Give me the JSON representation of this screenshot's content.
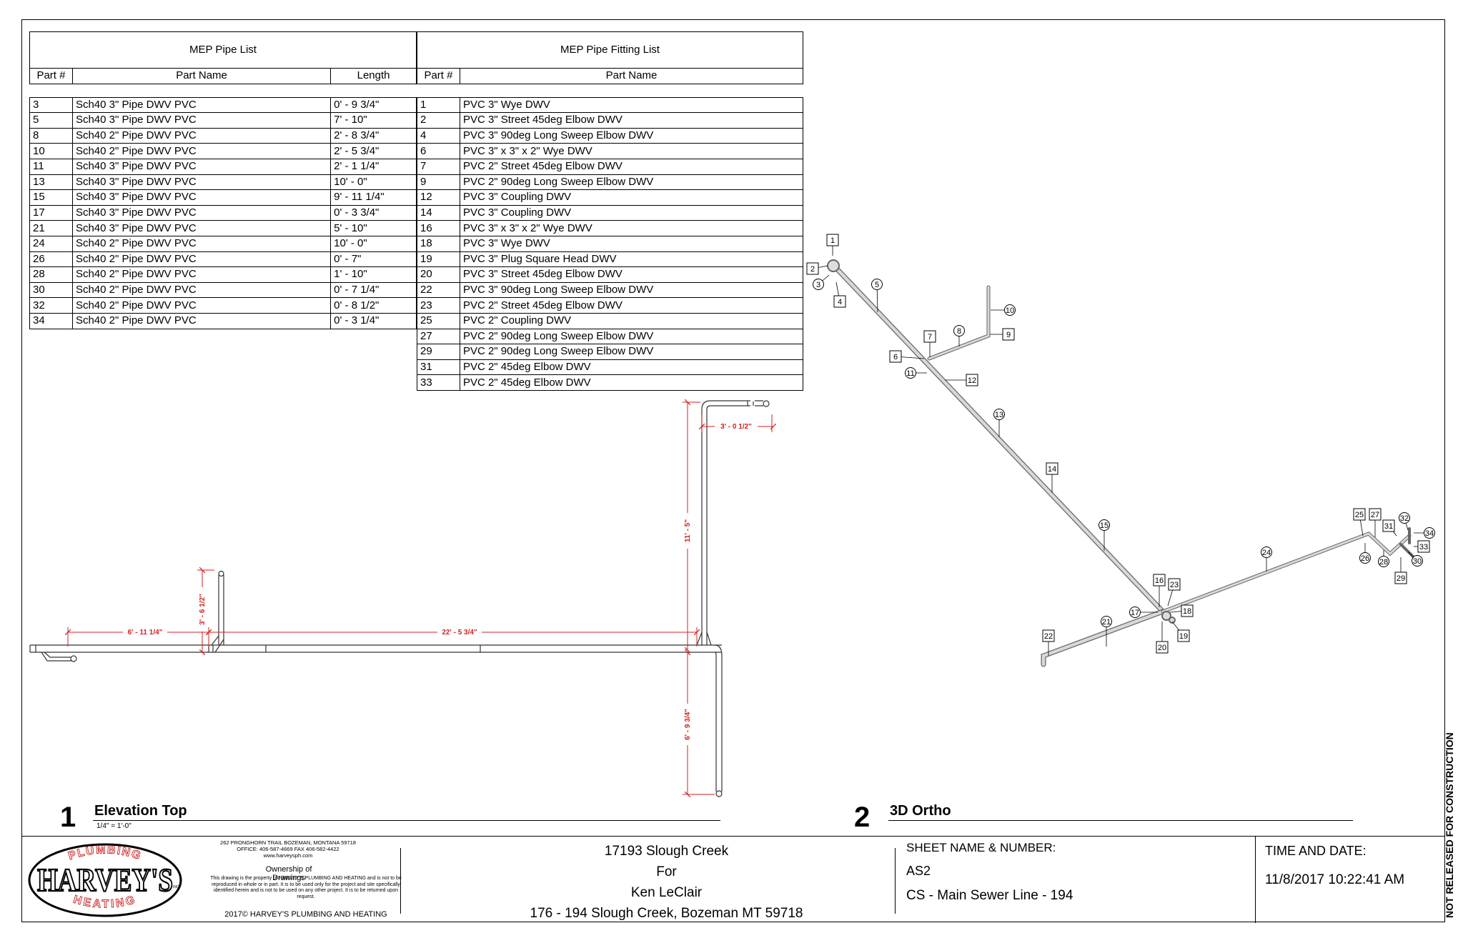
{
  "pipe_list": {
    "title": "MEP Pipe List",
    "columns": [
      "Part #",
      "Part Name",
      "Length"
    ],
    "rows": [
      [
        "3",
        "Sch40 3\" Pipe DWV PVC",
        "0' - 9 3/4\""
      ],
      [
        "5",
        "Sch40 3\" Pipe DWV PVC",
        "7' - 10\""
      ],
      [
        "8",
        "Sch40 2\" Pipe DWV PVC",
        "2' - 8 3/4\""
      ],
      [
        "10",
        "Sch40 2\" Pipe DWV PVC",
        "2' - 5 3/4\""
      ],
      [
        "11",
        "Sch40 3\" Pipe DWV PVC",
        "2' - 1 1/4\""
      ],
      [
        "13",
        "Sch40 3\" Pipe DWV PVC",
        "10' - 0\""
      ],
      [
        "15",
        "Sch40 3\" Pipe DWV PVC",
        "9' - 11 1/4\""
      ],
      [
        "17",
        "Sch40 3\" Pipe DWV PVC",
        "0' - 3 3/4\""
      ],
      [
        "21",
        "Sch40 3\" Pipe DWV PVC",
        "5' - 10\""
      ],
      [
        "24",
        "Sch40 2\" Pipe DWV PVC",
        "10' - 0\""
      ],
      [
        "26",
        "Sch40 2\" Pipe DWV PVC",
        "0' - 7\""
      ],
      [
        "28",
        "Sch40 2\" Pipe DWV PVC",
        "1' - 10\""
      ],
      [
        "30",
        "Sch40 2\" Pipe DWV PVC",
        "0' - 7 1/4\""
      ],
      [
        "32",
        "Sch40 2\" Pipe DWV PVC",
        "0' - 8 1/2\""
      ],
      [
        "34",
        "Sch40 2\" Pipe DWV PVC",
        "0' - 3 1/4\""
      ]
    ]
  },
  "fitting_list": {
    "title": "MEP Pipe Fitting List",
    "columns": [
      "Part #",
      "Part Name"
    ],
    "rows": [
      [
        "1",
        " PVC 3\" Wye  DWV"
      ],
      [
        "2",
        "PVC 3\" Street 45deg Elbow DWV"
      ],
      [
        "4",
        "PVC 3\" 90deg Long Sweep Elbow DWV"
      ],
      [
        "6",
        "PVC 3\" x 3\" x 2\" Wye DWV"
      ],
      [
        "7",
        "PVC 2\" Street 45deg Elbow DWV"
      ],
      [
        "9",
        "PVC 2\" 90deg Long Sweep Elbow DWV"
      ],
      [
        "12",
        "PVC 3\" Coupling DWV"
      ],
      [
        "14",
        "PVC 3\" Coupling DWV"
      ],
      [
        "16",
        "PVC 3\" x 3\" x 2\" Wye DWV"
      ],
      [
        "18",
        " PVC 3\" Wye  DWV"
      ],
      [
        "19",
        "PVC 3\" Plug Square Head DWV"
      ],
      [
        "20",
        "PVC 3\" Street 45deg Elbow DWV"
      ],
      [
        "22",
        "PVC 3\" 90deg Long Sweep Elbow DWV"
      ],
      [
        "23",
        "PVC 2\" Street 45deg Elbow DWV"
      ],
      [
        "25",
        "PVC 2\" Coupling DWV"
      ],
      [
        "27",
        "PVC 2\" 90deg Long Sweep Elbow DWV"
      ],
      [
        "29",
        "PVC 2\" 90deg Long Sweep Elbow DWV"
      ],
      [
        "31",
        "PVC 2\" 45deg Elbow DWV"
      ],
      [
        "33",
        "PVC 2\" 45deg Elbow DWV"
      ]
    ]
  },
  "elevation": {
    "number": "1",
    "title": "Elevation Top",
    "scale": "1/4\" = 1'-0\"",
    "dims": {
      "d1": "6' - 11 1/4\"",
      "d2": "22' - 5 3/4\"",
      "d3": "3' - 6 1/2\"",
      "d4": "11' - 5\"",
      "d5": "3' - 0 1/2\"",
      "d6": "6' - 9 3/4\""
    }
  },
  "ortho": {
    "number": "2",
    "title": "3D Ortho",
    "square_tags": [
      "1",
      "2",
      "4",
      "6",
      "7",
      "9",
      "12",
      "14",
      "16",
      "18",
      "19",
      "20",
      "22",
      "23",
      "25",
      "27",
      "29",
      "31",
      "33"
    ],
    "circle_tags": [
      "3",
      "5",
      "8",
      "10",
      "11",
      "13",
      "15",
      "17",
      "21",
      "24",
      "26",
      "28",
      "30",
      "32",
      "34"
    ]
  },
  "title_block": {
    "logo_top": "PLUMBING",
    "logo_main": "HARVEY'S",
    "logo_inc": "INC.",
    "logo_bottom": "HEATING",
    "address": "262 PRONGHORN TRAIL BOZEMAN, MONTANA 59718",
    "phone": "OFFICE: 406-587-4669 FAX 406-582-4422",
    "web": "www.harveysph.com",
    "ownership_title": "Ownership of Drawings",
    "ownership_text": "This drawing is the property of HARVEY'S PLUMBING AND HEATING and is not to be reproduced in whole or in part. It is to be used only for the project and site specifically identified herein and is not to be used on any other project. It is to be returned upon request.",
    "copyright": "2017© HARVEY'S PLUMBING AND HEATING",
    "project_line1": "17193 Slough Creek",
    "project_line2": "For",
    "project_line3": "Ken LeClair",
    "project_line4": "176 - 194 Slough Creek, Bozeman MT 59718",
    "sheet_label": "SHEET NAME & NUMBER:",
    "sheet_number": "AS2",
    "sheet_name": "CS - Main Sewer Line - 194",
    "time_label": "TIME AND DATE:",
    "time_value": "11/8/2017 10:22:41 AM"
  },
  "side_note": "NOT RELEASED FOR CONSTRUCTION"
}
